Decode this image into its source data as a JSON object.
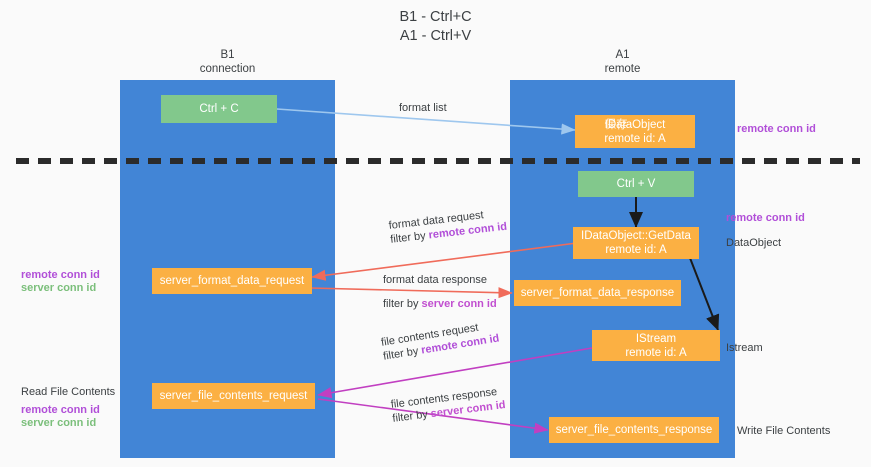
{
  "title": {
    "line1": "B1 - Ctrl+C",
    "line2": "A1 - Ctrl+V"
  },
  "columns": [
    {
      "name": "B1",
      "role": "connection"
    },
    {
      "name": "A1",
      "role": "remote"
    }
  ],
  "nodes": {
    "ctrl_c": {
      "label": "Ctrl + C"
    },
    "ctrl_v": {
      "label": "Ctrl + V"
    },
    "idataobject": {
      "line1": "IDataObject",
      "line2": "remote id: A",
      "overlap_glyph": "保存"
    },
    "getdata": {
      "line1": "IDataObject::GetData",
      "line2": "remote id: A"
    },
    "istream": {
      "line1": "IStream",
      "line2": "remote id: A"
    },
    "server_format_data_request": {
      "label": "server_format_data_request"
    },
    "server_format_data_response": {
      "label": "server_format_data_response"
    },
    "server_file_contents_request": {
      "label": "server_file_contents_request"
    },
    "server_file_contents_response": {
      "label": "server_file_contents_response"
    }
  },
  "edges": {
    "format_list": {
      "line1": "format list"
    },
    "format_data_request": {
      "line1": "format data request",
      "line2_prefix": "filter by ",
      "line2_key": "remote conn id"
    },
    "format_data_response": {
      "line1": "format data response",
      "line2_prefix": "filter by ",
      "line2_key": "server conn id"
    },
    "file_contents_request": {
      "line1": "file contents request",
      "line2_prefix": "filter by ",
      "line2_key": "remote conn id"
    },
    "file_contents_response": {
      "line1": "file contents response",
      "line2_prefix": "filter by ",
      "line2_key": "server conn id"
    }
  },
  "annotations": {
    "right_top_remote": "remote conn id",
    "right_mid_remote": "remote conn id",
    "right_dataobject": "DataObject",
    "right_istream": "Istream",
    "right_write_file": "Write File Contents",
    "left_mid_remote": "remote conn id",
    "left_mid_server": "server conn id",
    "left_read_file": "Read File Contents",
    "left_bot_remote": "remote conn id",
    "left_bot_server": "server conn id"
  },
  "colors": {
    "lane": "#4285d6",
    "green_node": "#82c88c",
    "orange_node": "#fbb043",
    "remote_conn_id": "#b14fd8",
    "server_conn_id": "#7bbf7b",
    "divider": "#2b2b2b",
    "arrow_blue": "#9ec7ee",
    "arrow_red": "#f06b5a",
    "arrow_magenta": "#c13fc1",
    "arrow_black": "#1a1a1a"
  }
}
